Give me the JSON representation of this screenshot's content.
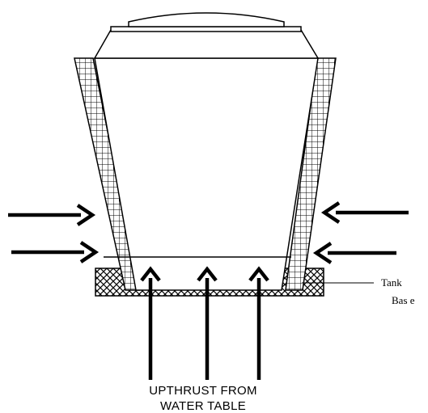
{
  "labels": {
    "tank_line1": "Tank",
    "tank_line2": "Bas e",
    "upthrust_line1": "UPTHRUST  FROM",
    "upthrust_line2": "WATER TABLE"
  },
  "colors": {
    "stroke": "#000000",
    "background": "#ffffff"
  }
}
